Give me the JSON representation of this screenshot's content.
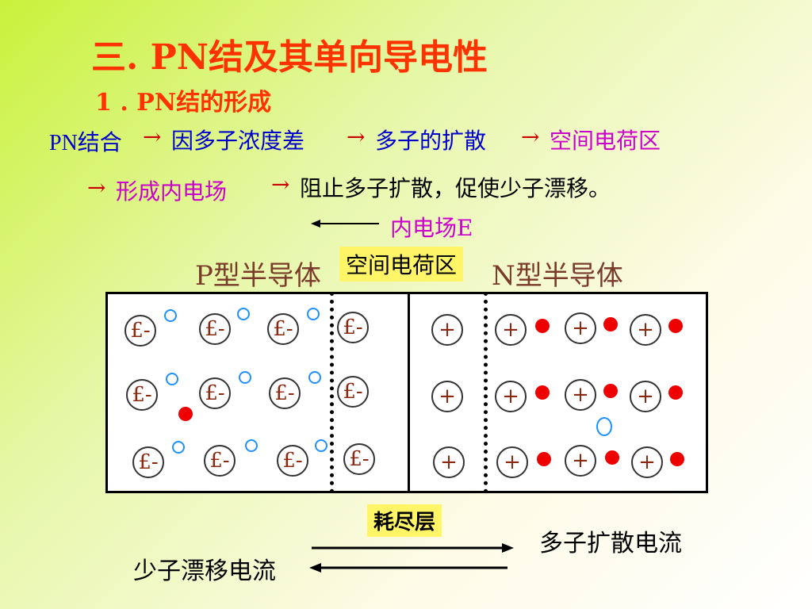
{
  "title": "三.  PN结及其单向导电性",
  "subtitle": "1 . PN结的形成",
  "flow_line1": {
    "item1": "PN结合",
    "item2": "因多子浓度差",
    "item3": "多子的扩散",
    "item4": "空间电荷区"
  },
  "flow_line2": {
    "item1": "形成内电场",
    "item2": "阻止多子扩散，促使少子漂移。"
  },
  "arrow_glyph": "→",
  "field_label": "内电场E",
  "p_label": "P型半导体",
  "n_label": "N型半导体",
  "space_charge_label": "空间电荷区",
  "depletion_label": "耗尽层",
  "diffusion_current_label": "多子扩散电流",
  "drift_current_label": "少子漂移电流",
  "acceptor_ion_symbol": "£-",
  "donor_ion_symbol": "+",
  "colors": {
    "title": "#ff3300",
    "hole": "#1e90ff",
    "electron": "#ee0000",
    "highlight": "#fff566"
  }
}
